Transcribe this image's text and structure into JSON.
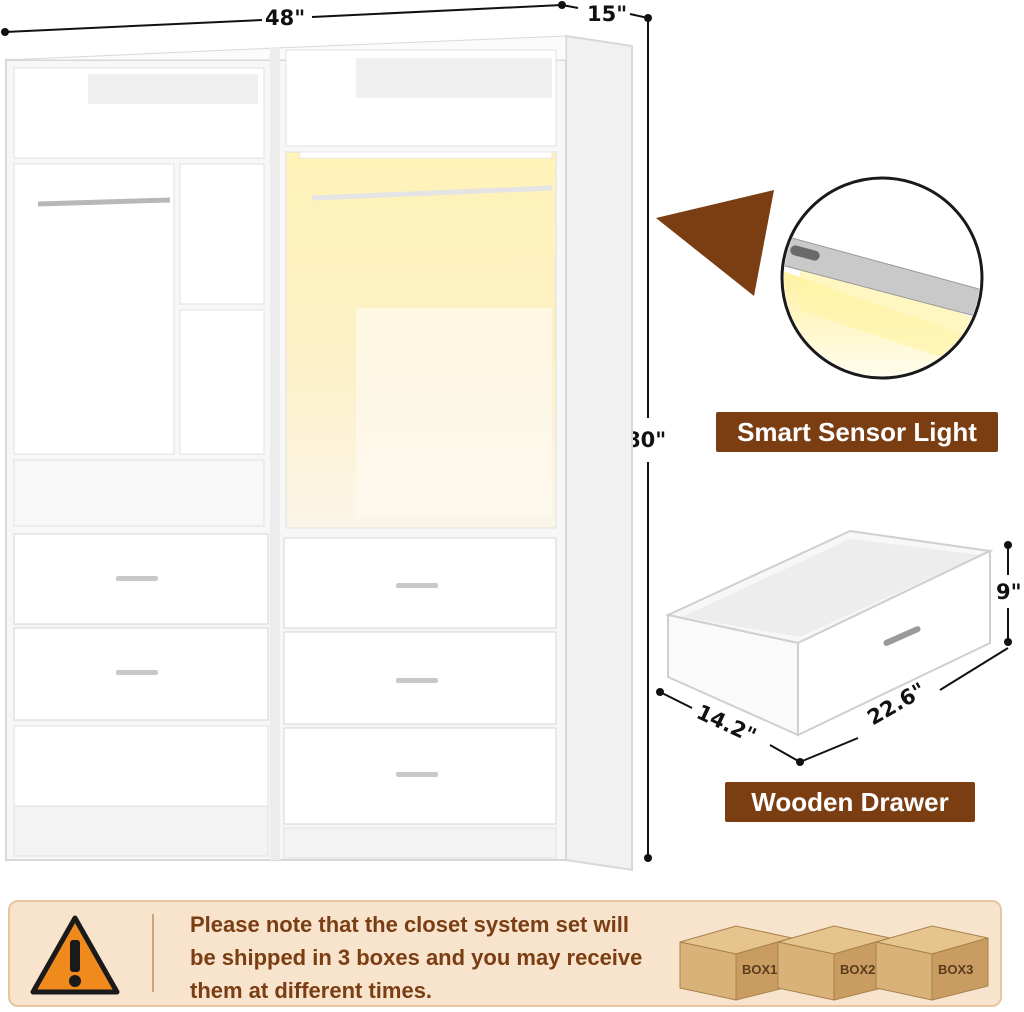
{
  "dimensions": {
    "width": "48\"",
    "depth": "15\"",
    "height": "80\"",
    "drawer_height": "9\"",
    "drawer_width": "22.6\"",
    "drawer_depth": "14.2\""
  },
  "features": {
    "sensor_light_label": "Smart Sensor Light",
    "drawer_label": "Wooden Drawer"
  },
  "notice": {
    "line1": "Please note that the closet system set will",
    "line2": "be shipped in 3 boxes and you may receive",
    "line3": "them at different times."
  },
  "boxes": [
    "BOX1",
    "BOX2",
    "BOX3"
  ],
  "colors": {
    "brand_brown": "#7a3e12",
    "notice_bg": "#f8e3cd",
    "warning_orange": "#f08a1c"
  }
}
